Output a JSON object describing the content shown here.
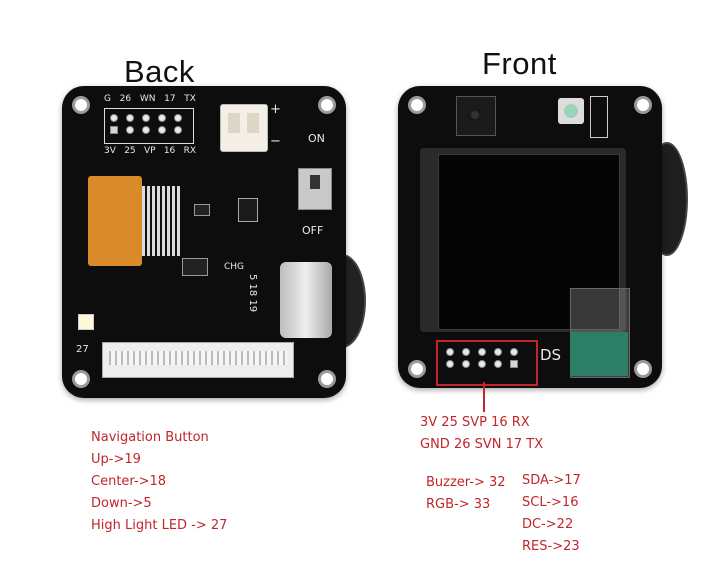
{
  "titles": {
    "back": "Back",
    "front": "Front"
  },
  "back_board": {
    "header_top_row": [
      "G",
      "26",
      "WN",
      "17",
      "TX"
    ],
    "header_bottom_row": [
      "3V",
      "25",
      "VP",
      "16",
      "RX"
    ],
    "switch_on": "ON",
    "switch_off": "OFF",
    "plus": "+",
    "minus": "−",
    "chg": "CHG",
    "nav_pins": "5 18 19",
    "pin27": "27"
  },
  "front_board": {
    "ds_label": "DS"
  },
  "front_pin_labels": {
    "row1": "3V 25 SVP 16 RX",
    "row2": "GND 26 SVN 17 TX"
  },
  "navigation": {
    "heading": "Navigation Button",
    "items": [
      "Up->19",
      "Center->18",
      "Down->5",
      "High Light LED -> 27"
    ]
  },
  "peripherals_left": [
    "Buzzer-> 32",
    "RGB-> 33"
  ],
  "peripherals_right": [
    "SDA->17",
    "SCL->16",
    "DC->22",
    "RES->23"
  ],
  "colors": {
    "annotation_red": "#c0262b",
    "pcb": "#0d0d0d",
    "flex_orange": "#d98b2a"
  }
}
